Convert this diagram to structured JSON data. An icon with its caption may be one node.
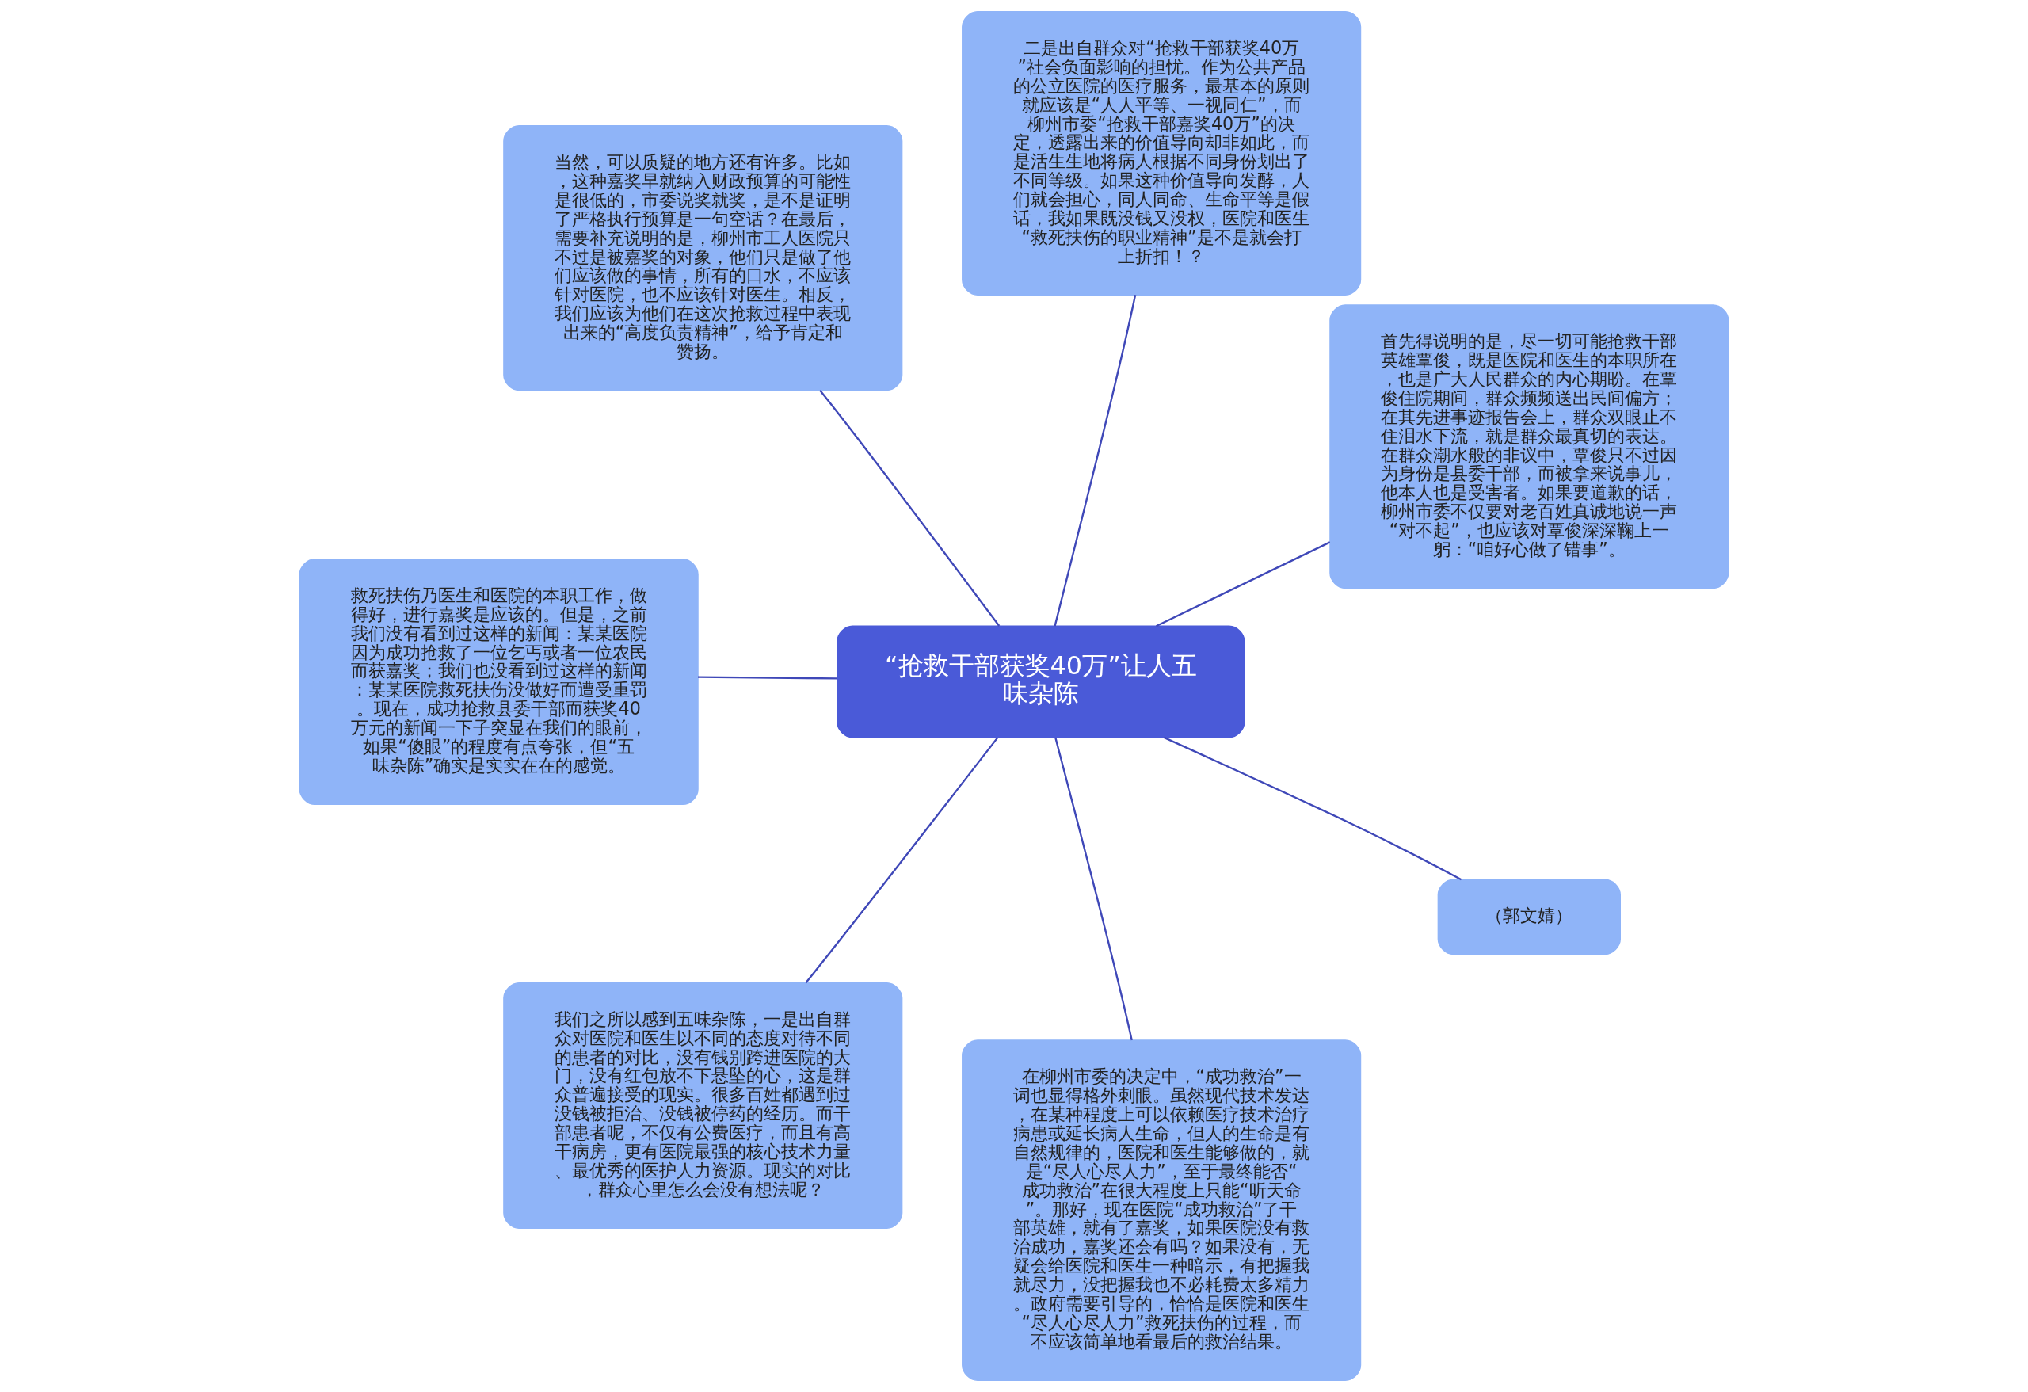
{
  "diagram": {
    "nodes": [
      {
        "text": [
          "“抢救干部获奖40万”让人五味杂陈"
        ]
      },
      {
        "text": [
          "首先得说明的是，尽一切可能抢救干部英雄覃俊，既是医院和医生的本职所在，也是广大人民群众的内心期盼。在覃俊住院期间，群众频频送出民间偏方；在其先进事迹报告会上，群众双眼止不住泪水下流，就是群众最真切的表达。在群众潮水般的非议中，覃俊只不过因为身份是县委干部，而被拿来说事儿，他本人也是受害者。如果要道歉的话，柳州市委不仅要对老百姓真诚地说一声“对不起”，也应该对覃俊深深鞠上一躬：“咱好心做了错事”。"
        ]
      },
      {
        "text": [
          "二是出自群众对“抢救干部获奖40万”社会负面影响的担忧。作为公共产品的公立医院的医疗服务，最基本的原则就应该是“人人平等、一视同仁”，而柳州市委“抢救干部嘉奖40万”的决定，透露出来的价值导向却非如此，而是活生生地将病人根据不同身份划出了不同等级。如果这种价值导向发酵，人们就会担心，同人同命、生命平等是假话，我如果既没钱又没权，医院和医生“救死扶伤的职业精神”是不是就会打上折扣！？"
        ]
      },
      {
        "text": [
          "当然，可以质疑的地方还有许多。比如，这种嘉奖早就纳入财政预算的可能性是很低的，市委说奖就奖，是不是证明了严格执行预算是一句空话？在最后，需要补充说明的是，柳州市工人医院只不过是被嘉奖的对象，他们只是做了他们应该做的事情，所有的口水，不应该针对医院，也不应该针对医生。相反，我们应该为他们在这次抢救过程中表现出来的“高度负责精神”，给予肯定和赞扬。"
        ]
      },
      {
        "text": [
          "救死扶伤乃医生和医院的本职工作，做得好，进行嘉奖是应该的。但是，之前我们没有看到过这样的新闻：某某医院因为成功抢救了一位乞丐或者一位农民而获嘉奖；我们也没看到过这样的新闻：某某医院救死扶伤没做好而遭受重罚。现在，成功抢救县委干部而获奖40万元的新闻一下子突显在我们的眼前，如果“傻眼”的程度有点夸张，但“五味杂陈”确实是实实在在的感觉。"
        ]
      },
      {
        "text": [
          "我们之所以感到五味杂陈，一是出自群众对医院和医生以不同的态度对待不同的患者的对比，没有钱别跨进医院的大门，没有红包放不下悬坠的心，这是群众普遍接受的现实。很多百姓都遇到过没钱被拒治、没钱被停药的经历。而干部患者呢，不仅有公费医疗，而且有高干病房，更有医院最强的核心技术力量、最优秀的医护人力资源。现实的对比，群众心里怎么会没有想法呢？"
        ]
      },
      {
        "text": [
          "在柳州市委的决定中，“成功救治”一词也显得格外刺眼。虽然现代技术发达，在某种程度上可以依赖医疗技术治疗病患或延长病人生命，但人的生命是有自然规律的，医院和医生能够做的，就是“尽人心尽人力”，至于最终能否“成功救治”在很大程度上只能“听天命”。那好，现在医院“成功救治”了干部英雄，就有了嘉奖，如果医院没有救治成功，嘉奖还会有吗？如果没有，无疑会给医院和医生一种暗示，有把握我就尽力，没把握我也不必耗费太多精力。政府需要引导的，恰恰是医院和医生“尽人心尽人力”救死扶伤的过程，而不应该简单地看最后的救治结果。"
        ]
      },
      {
        "text": [
          "（郭文婧）"
        ]
      }
    ],
    "edges": [
      {
        "from": 0,
        "to": 1,
        "arrow": "none"
      },
      {
        "from": 0,
        "to": 2,
        "arrow": "none"
      },
      {
        "from": 0,
        "to": 3,
        "arrow": "none"
      },
      {
        "from": 0,
        "to": 4,
        "arrow": "none"
      },
      {
        "from": 0,
        "to": 5,
        "arrow": "none"
      },
      {
        "from": 0,
        "to": 6,
        "arrow": "none"
      },
      {
        "from": 0,
        "to": 7,
        "arrow": "none"
      }
    ]
  }
}
